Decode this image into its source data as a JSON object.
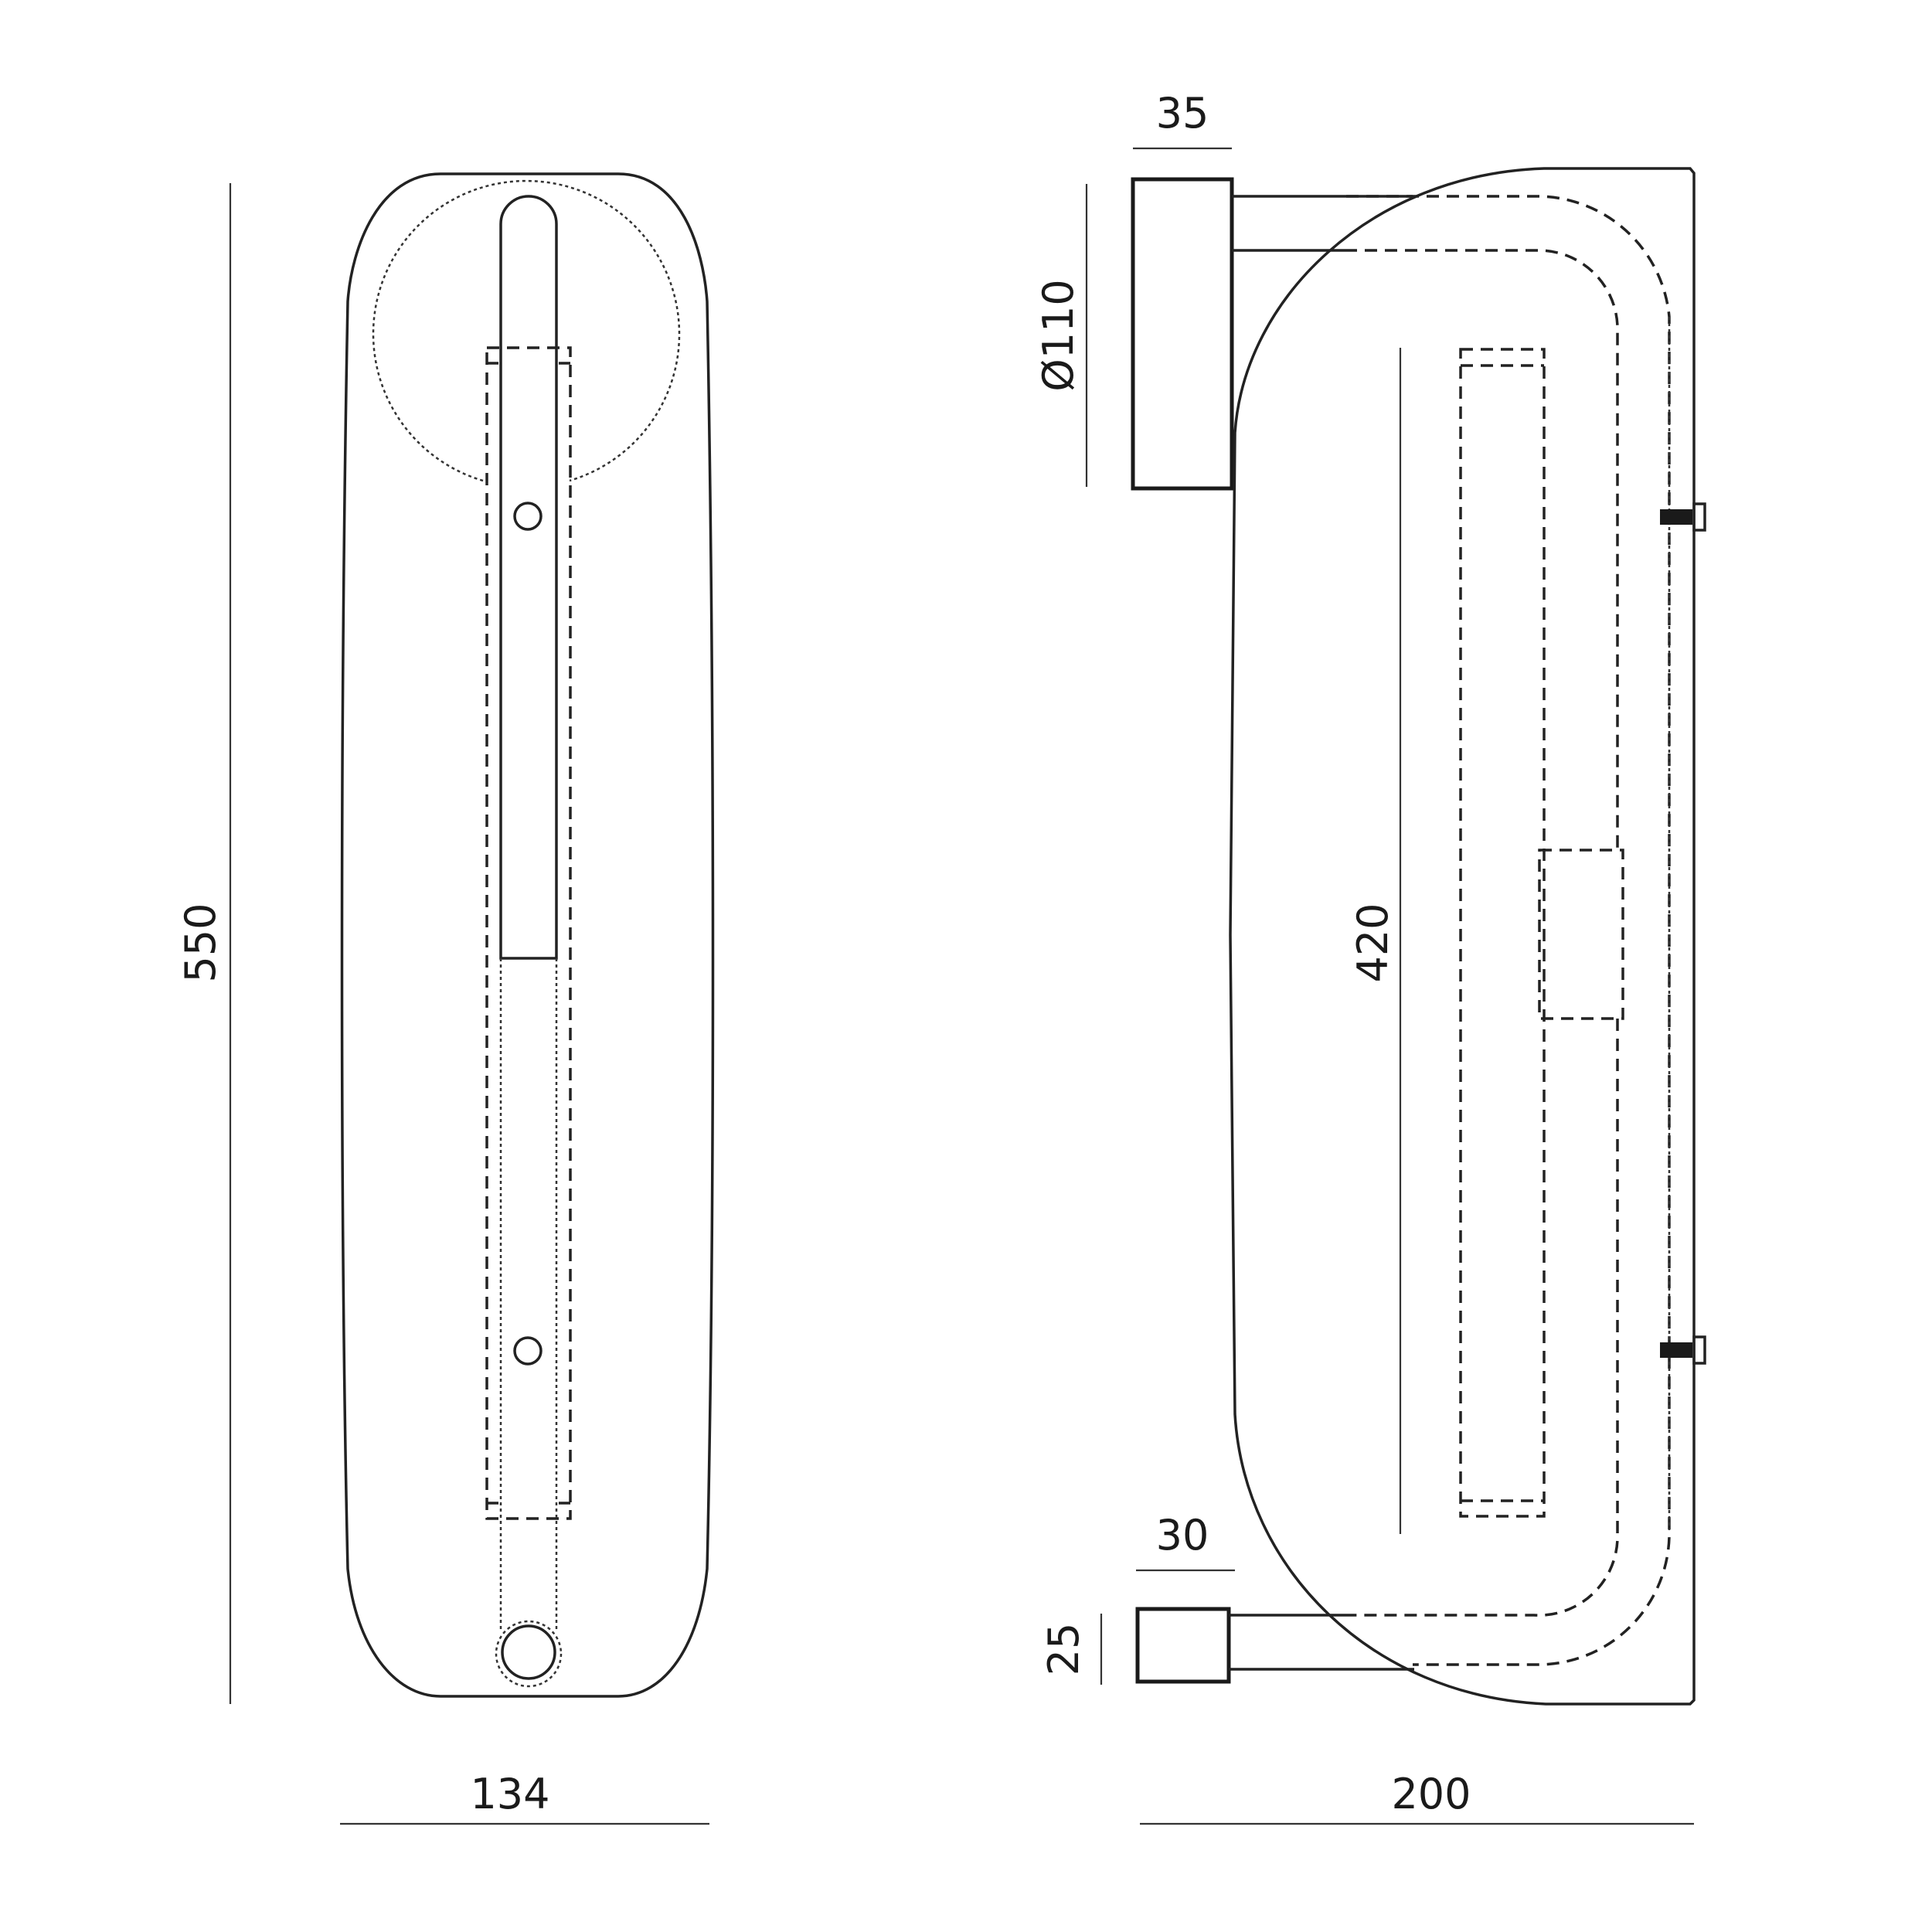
{
  "dimensions": {
    "front_height": "550",
    "front_width": "134",
    "side_width": "200",
    "inner_length": "420",
    "canopy_depth": "35",
    "canopy_diameter": "Ø110",
    "foot_depth": "30",
    "foot_height": "25"
  }
}
